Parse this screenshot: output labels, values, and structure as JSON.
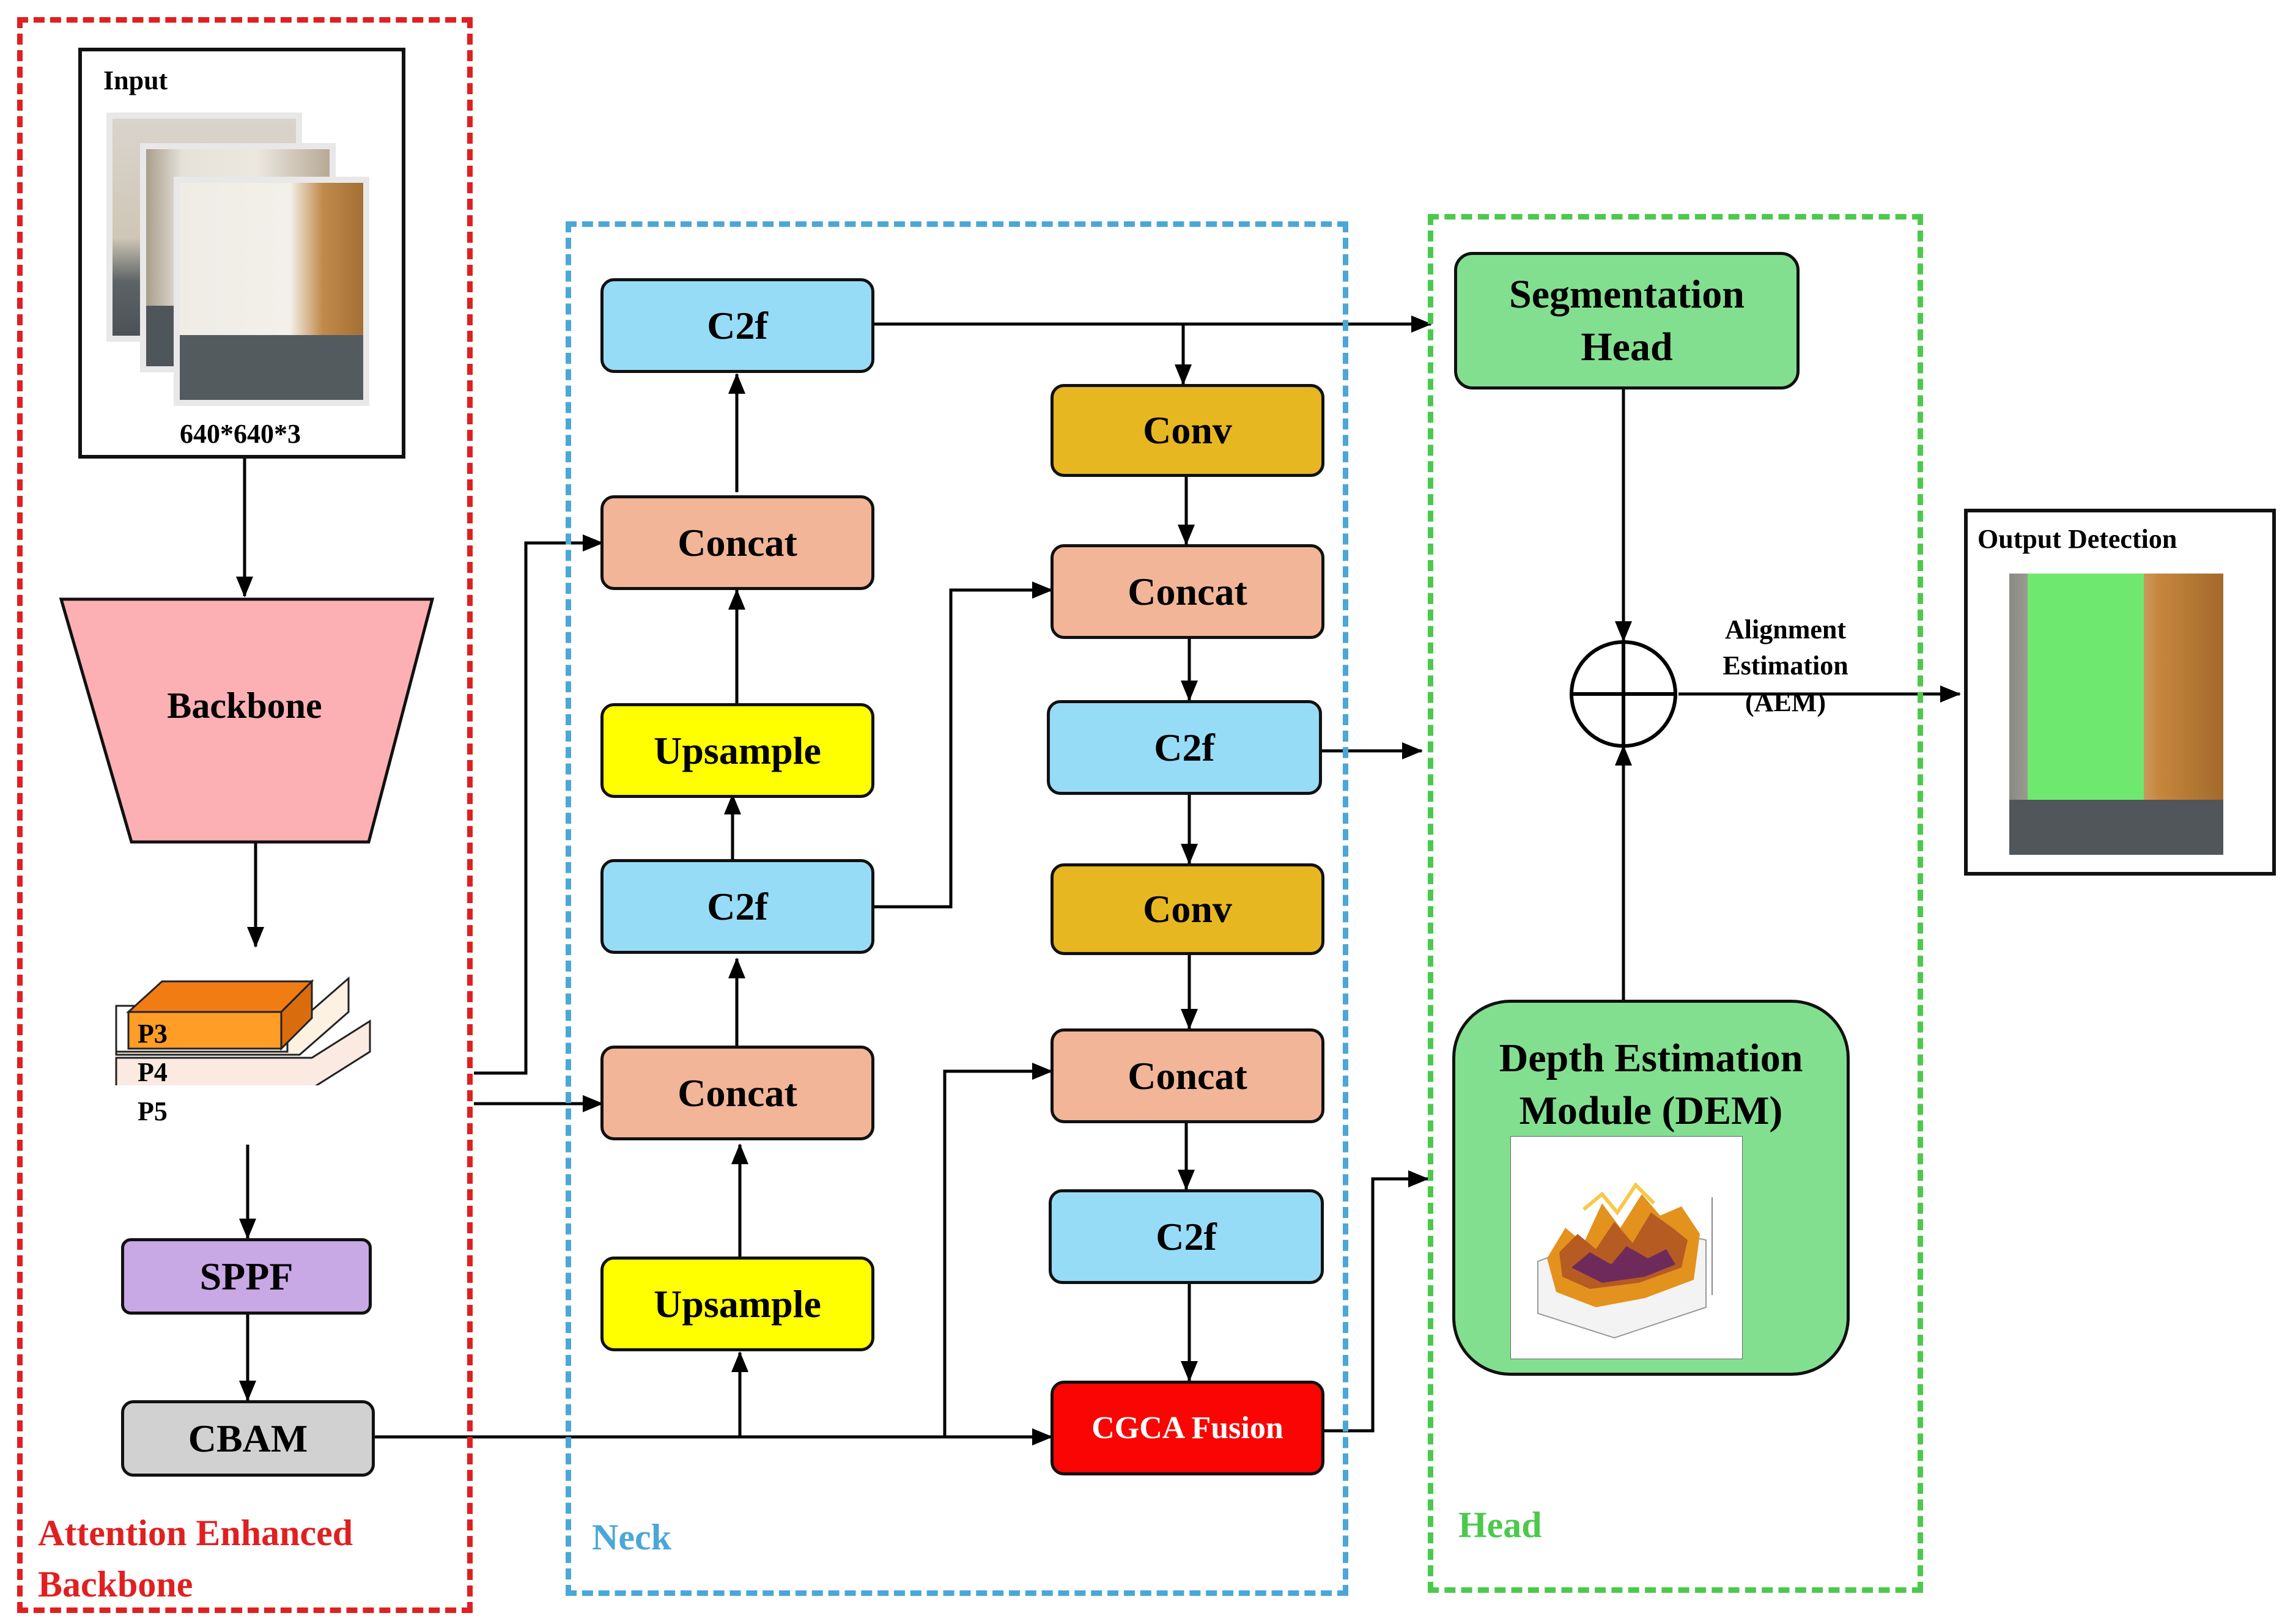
{
  "zones": {
    "backbone": {
      "title_line1": "Attention Enhanced",
      "title_line2": "Backbone",
      "color": "#e02020"
    },
    "neck": {
      "title": "Neck",
      "color": "#4aa7d8"
    },
    "head": {
      "title": "Head",
      "color": "#4cc94c"
    }
  },
  "input": {
    "title": "Input",
    "size": "640*640*3"
  },
  "backbone": {
    "label": "Backbone",
    "color": "#fdb0b4"
  },
  "features": {
    "p3": "P3",
    "p4": "P4",
    "p5": "P5"
  },
  "sppf": "SPPF",
  "cbam": "CBAM",
  "neck": {
    "left_col": [
      "C2f",
      "Concat",
      "Upsample",
      "C2f",
      "Concat",
      "Upsample"
    ],
    "right_col": [
      "Conv",
      "Concat",
      "C2f",
      "Conv",
      "Concat",
      "C2f",
      "CGCA Fusion"
    ]
  },
  "head": {
    "seg_line1": "Segmentation",
    "seg_line2": "Head",
    "dem_line1": "Depth Estimation",
    "dem_line2": "Module (DEM)",
    "aem_line1": "Alignment",
    "aem_line2": "Estimation (AEM)"
  },
  "output": {
    "title": "Output Detection"
  },
  "colors": {
    "c2f": "#97dcf7",
    "concat": "#f2b597",
    "upsample": "#ffff00",
    "conv": "#e7b721",
    "cgca": "#fb0404",
    "sppf": "#c9a8e6",
    "cbam": "#d1d1d1",
    "green": "#83df90",
    "p3": "#ff8c1a"
  }
}
